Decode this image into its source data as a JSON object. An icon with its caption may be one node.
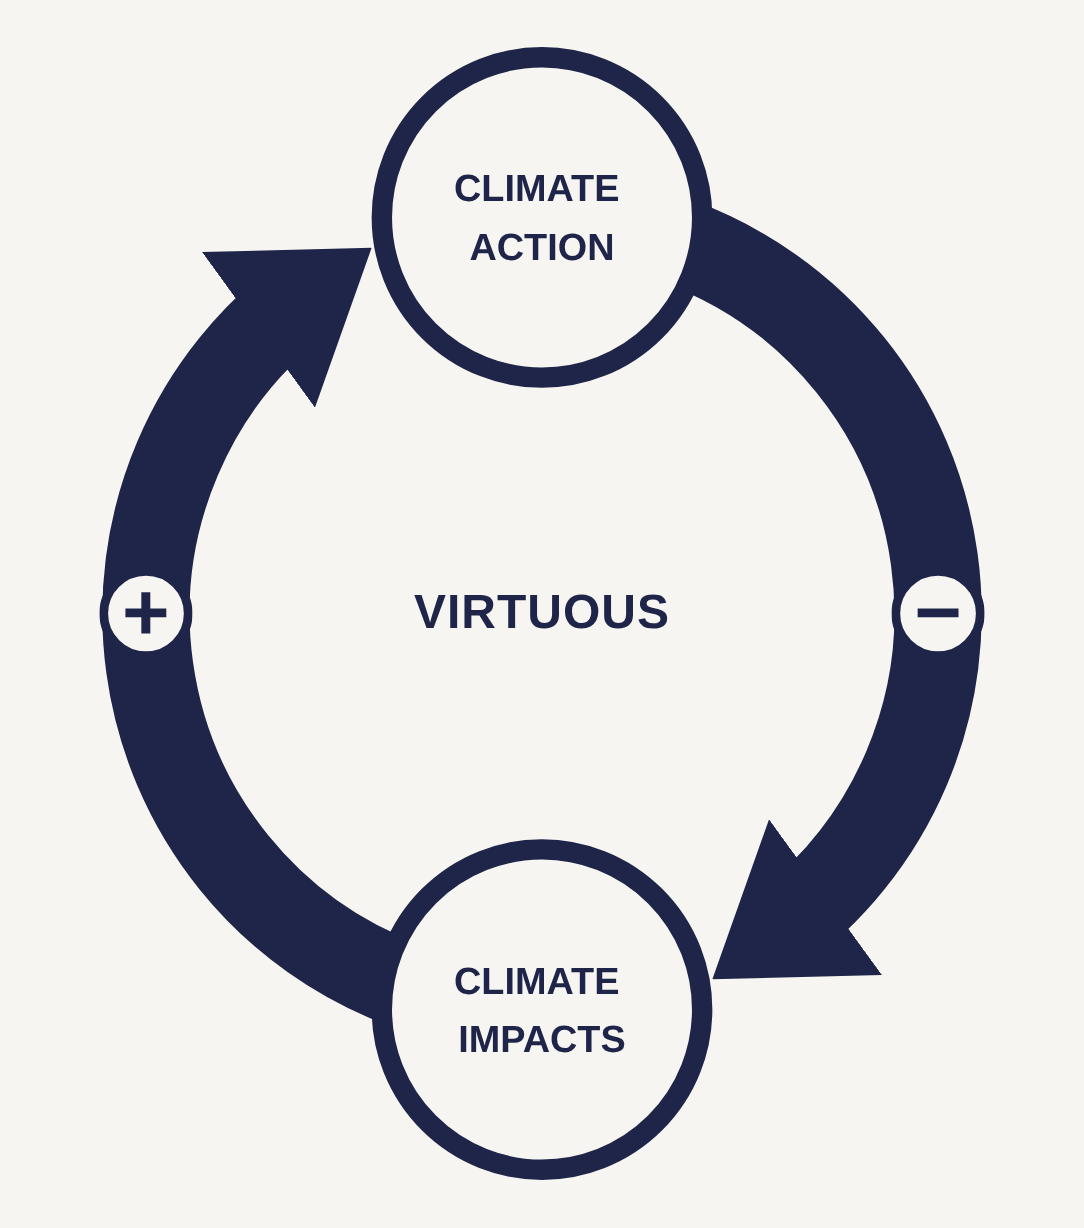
{
  "diagram": {
    "nodes": [
      {
        "text": [
          "CLIMATE ACTION"
        ]
      },
      {
        "text": [
          "CLIMATE IMPACTS"
        ]
      }
    ],
    "edges": [
      {
        "from": 0,
        "to": 1,
        "arrow": "to",
        "label": "−"
      },
      {
        "from": 1,
        "to": 0,
        "arrow": "to",
        "label": "+"
      }
    ],
    "labels": [
      "VIRTUOUS"
    ]
  }
}
